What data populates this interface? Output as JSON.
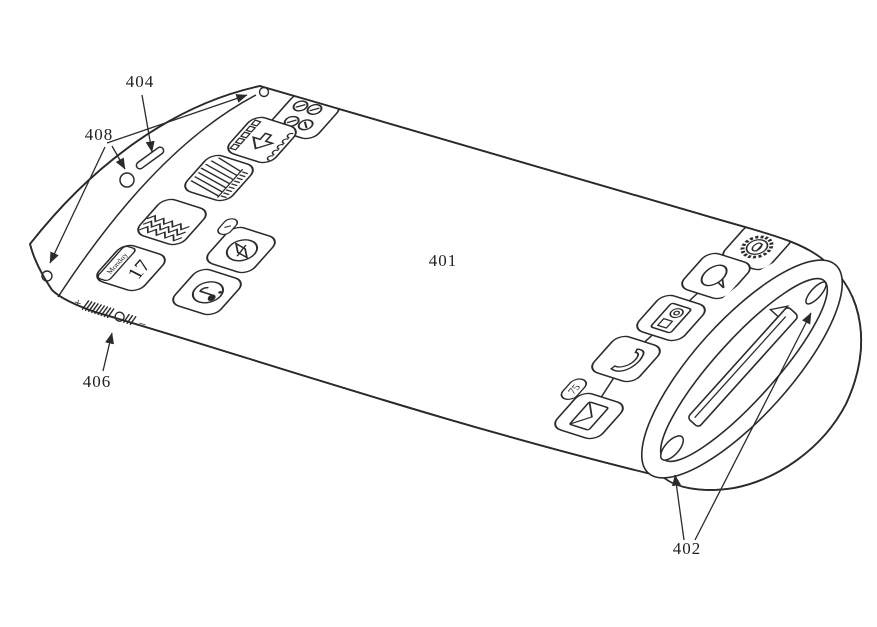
{
  "figure": {
    "background_color": "#ffffff",
    "line_color": "#2b2b2b",
    "labels": {
      "display": "401",
      "speakers": "402",
      "earpiece": "404",
      "volume": "406",
      "sensors": "408"
    },
    "calendar": {
      "day_name": "Monday",
      "day_number": "17"
    },
    "mail_badge_count": "75",
    "volume_slider": {
      "plus": "+",
      "minus": "−"
    },
    "icon_names": [
      "knobs-icon",
      "film-icon",
      "blinds-icon",
      "weave-icon",
      "calendar-icon",
      "compass-icon",
      "music-icon",
      "gear-icon",
      "chat-icon",
      "camera-icon",
      "phone-icon",
      "mail-icon"
    ]
  }
}
